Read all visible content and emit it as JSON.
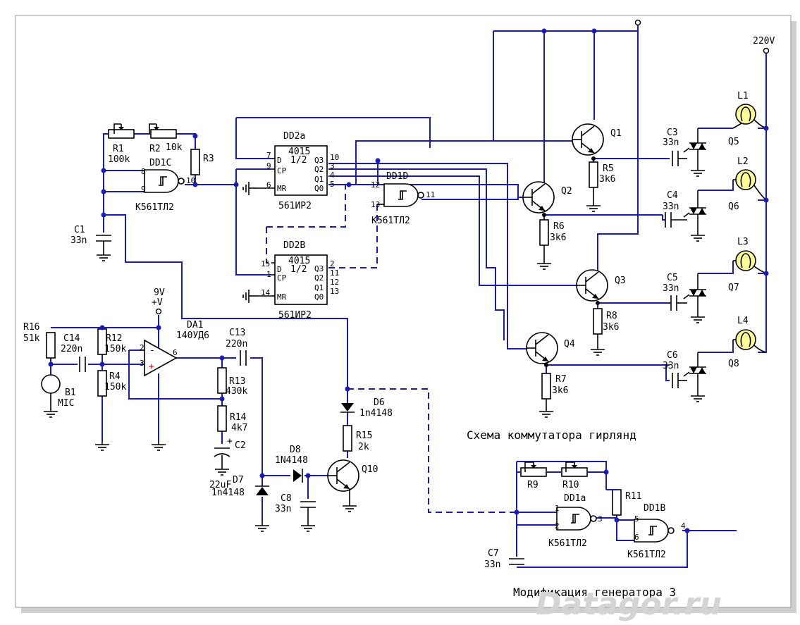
{
  "colors": {
    "wire": "#1a1ab4",
    "component": "#000000",
    "bulb": "#ffff99",
    "watermark": "#d4d4d4"
  },
  "texts": {
    "r1": "R1",
    "r1v": "100k",
    "r2": "R2",
    "r2v": "10k",
    "r3": "R3",
    "dd1c": "DD1C",
    "k561a": "К561ТЛ2",
    "k561b": "К561ТЛ2",
    "k561c": "К561ТЛ2",
    "k561d": "К561ТЛ2",
    "c1": "C1",
    "c1v": "33n",
    "dd2a": "DD2a",
    "ic4015a": "4015",
    "half_a": "1/2",
    "ir2a": "561ИР2",
    "dd2b": "DD2B",
    "ic4015b": "4015",
    "half_b": "1/2",
    "ir2b": "561ИР2",
    "dd1d": "DD1D",
    "q1": "Q1",
    "q2": "Q2",
    "q3": "Q3",
    "q4": "Q4",
    "r5": "R5",
    "r5v": "3k6",
    "r6": "R6",
    "r6v": "3k6",
    "r7": "R7",
    "r7v": "3k6",
    "r8": "R8",
    "r8v": "3k6",
    "c3": "C3",
    "c3v": "33n",
    "c4": "C4",
    "c4v": "33n",
    "c5": "C5",
    "c5v": "33n",
    "c6": "C6",
    "c6v": "33n",
    "q5": "Q5",
    "q6": "Q6",
    "q7": "Q7",
    "q8": "Q8",
    "l1": "L1",
    "l2": "L2",
    "l3": "L3",
    "l4": "L4",
    "v220": "220V",
    "v9": "9V",
    "vplus": "+V",
    "da1": "DA1",
    "da1v": "140УД6",
    "r16": "R16",
    "r16v": "51k",
    "c14": "C14",
    "c14v": "220n",
    "r12": "R12",
    "r12v": "150k",
    "r4": "R4",
    "r4v": "150k",
    "b1": "B1",
    "mic": "MIC",
    "c13": "C13",
    "c13v": "220n",
    "r13": "R13",
    "r13v": "430k",
    "r14": "R14",
    "r14v": "4k7",
    "c2": "C2",
    "c2v": "22uF",
    "d7": "D7",
    "d7v": "1n4148",
    "d8": "D8",
    "d8v": "1N4148",
    "c8": "C8",
    "c8v": "33n",
    "d6": "D6",
    "d6v": "1n4148",
    "r15": "R15",
    "r15v": "2k",
    "q10": "Q10",
    "title": "Схема коммутатора гирлянд",
    "r9": "R9",
    "r10": "R10",
    "r11": "R11",
    "dd1a": "DD1a",
    "dd1b": "DD1B",
    "c7": "C7",
    "c7v": "33n",
    "mod": "Модификация генератора 3",
    "watermark": "Datagor.ru"
  },
  "pins": {
    "dd1c_8": "8",
    "dd1c_9": "9",
    "dd1c_10": "10",
    "dd2a_7": "7",
    "dd2a_9": "9",
    "dd2a_6": "6",
    "dd2a_d": "D",
    "dd2a_cp": "CP",
    "dd2a_mr": "MR",
    "dd2a_10": "10",
    "dd2a_3": "3",
    "dd2a_4": "4",
    "dd2a_5": "5",
    "dd2a_q3": "Q3",
    "dd2a_q2": "Q2",
    "dd2a_q1": "Q1",
    "dd2a_q0": "Q0",
    "dd2b_15": "15",
    "dd2b_1": "1",
    "dd2b_14": "14",
    "dd2b_d": "D",
    "dd2b_cp": "CP",
    "dd2b_mr": "MR",
    "dd2b_2": "2",
    "dd2b_11": "11",
    "dd2b_12": "12",
    "dd2b_13": "13",
    "dd2b_q3": "Q3",
    "dd2b_q2": "Q2",
    "dd2b_q1": "Q1",
    "dd2b_q0": "Q0",
    "dd1d_12": "12",
    "dd1d_13": "13",
    "dd1d_11": "11",
    "da1_2": "2",
    "da1_3": "3",
    "da1_6": "6",
    "da1_minus": "-",
    "da1_plus": "+",
    "dd1a_1": "1",
    "dd1a_2": "2",
    "dd1a_3": "3",
    "dd1b_5": "5",
    "dd1b_6": "6",
    "dd1b_4": "4",
    "c2_plus": "+"
  }
}
